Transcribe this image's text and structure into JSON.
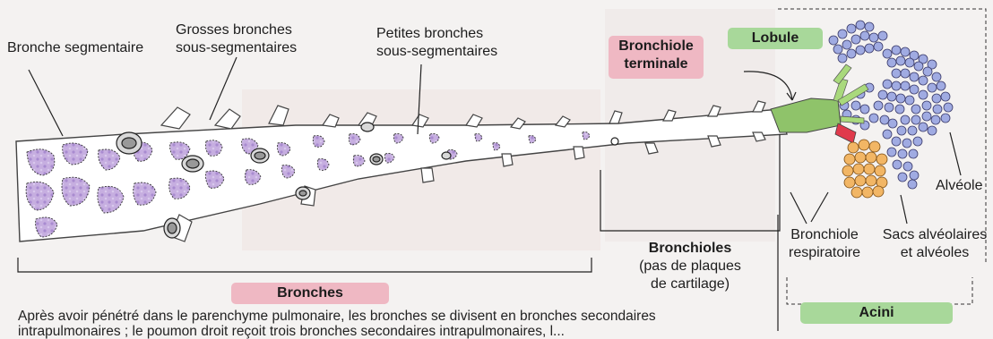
{
  "labels": {
    "bronche_segmentaire": "Bronche segmentaire",
    "grosses_bronches_l1": "Grosses bronches",
    "grosses_bronches_l2": "sous-segmentaires",
    "petites_bronches_l1": "Petites bronches",
    "petites_bronches_l2": "sous-segmentaires",
    "bronchiole_terminale_l1": "Bronchiole",
    "bronchiole_terminale_l2": "terminale",
    "lobule": "Lobule",
    "alveole": "Alvéole",
    "bronchiole_respiratoire_l1": "Bronchiole",
    "bronchiole_respiratoire_l2": "respiratoire",
    "sacs_l1": "Sacs alvéolaires",
    "sacs_l2": "et alvéoles",
    "bronchioles_l1": "Bronchioles",
    "bronchioles_l2": "(pas de plaques",
    "bronchioles_l3": "de cartilage)",
    "bronches": "Bronches",
    "acini": "Acini"
  },
  "paragraph": {
    "line1": "Après avoir pénétré dans le parenchyme pulmonaire, les bronches se divisent en bronches secondaires",
    "line2": "intrapulmonaires ; le poumon droit reçoit trois bronches secondaires intrapulmonaires, l..."
  },
  "colors": {
    "pink_tag": "#efb8c3",
    "green_tag": "#a8d89a",
    "cartilage": "#b89ad6",
    "alveoli": "#9aa6de",
    "sacs": "#f0b060",
    "bronchiole_green": "#8fc36a"
  }
}
